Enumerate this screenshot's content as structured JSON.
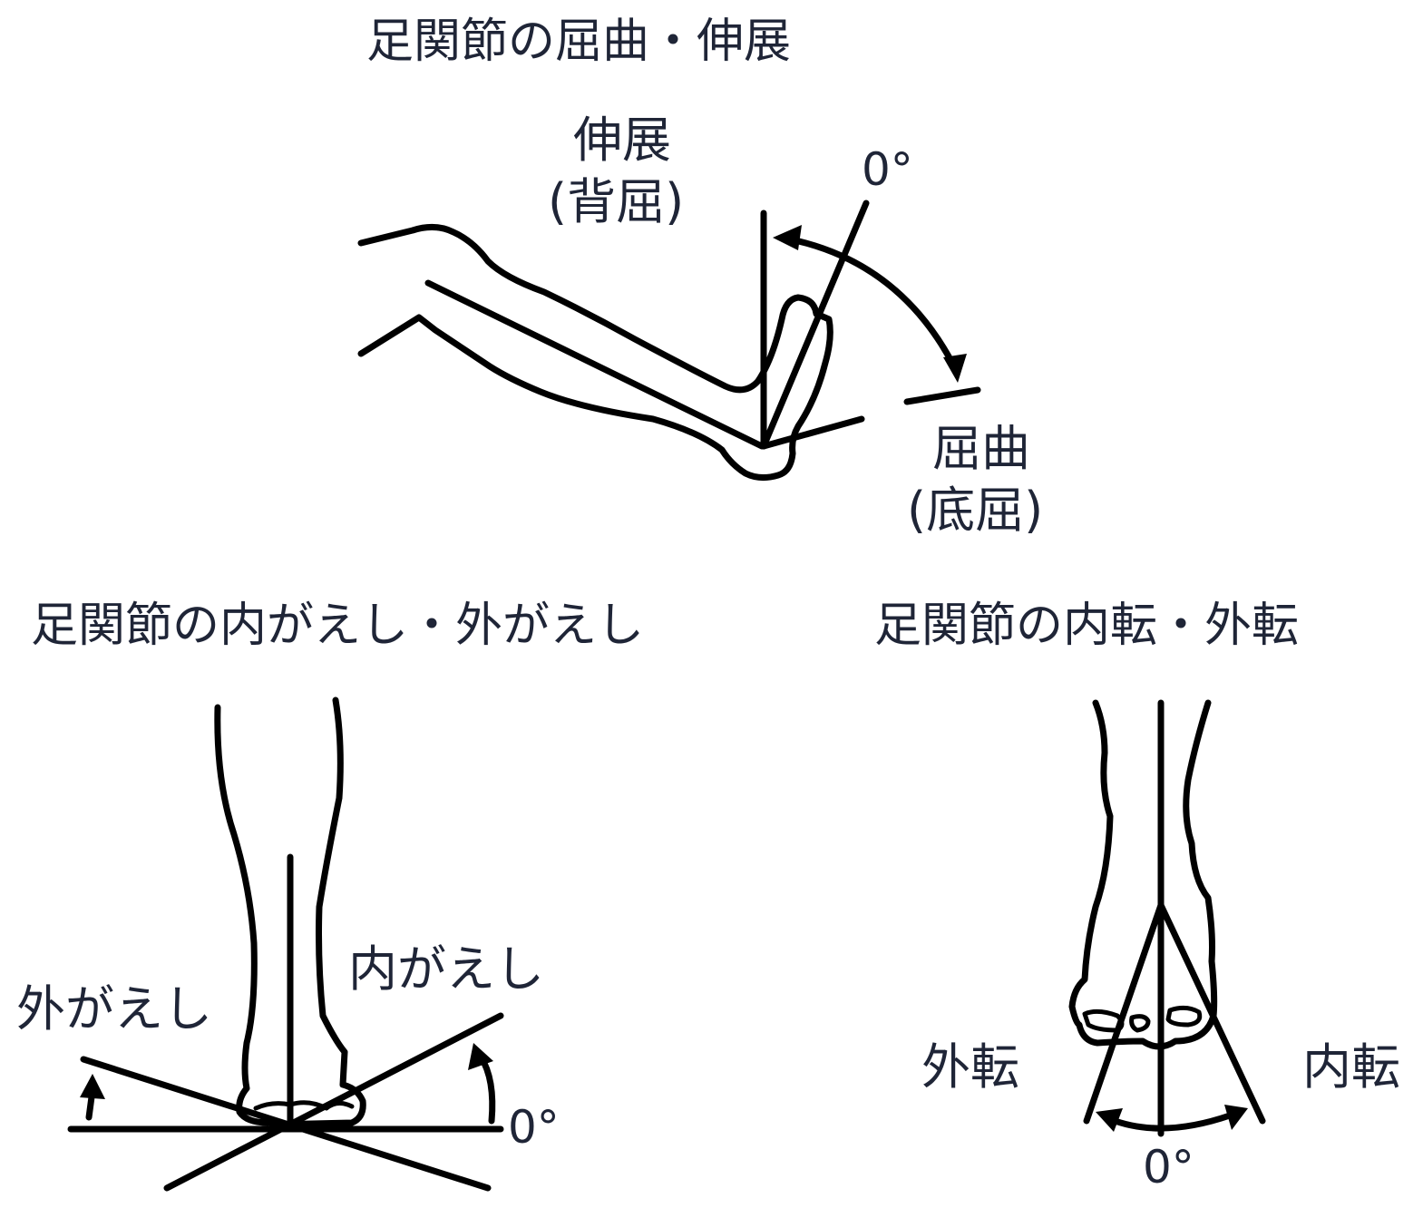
{
  "flexion": {
    "title": "足関節の屈曲・伸展",
    "extension_label_1": "伸展",
    "extension_label_2": "(背屈)",
    "flexion_label_1": "屈曲",
    "flexion_label_2": "(底屈)",
    "zero_label": "0°"
  },
  "inversion": {
    "title": "足関節の内がえし・外がえし",
    "inversion_label": "内がえし",
    "eversion_label": "外がえし",
    "zero_label": "0°"
  },
  "adduction": {
    "title": "足関節の内転・外転",
    "abduction_label": "外転",
    "adduction_label": "内転",
    "zero_label": "0°"
  }
}
